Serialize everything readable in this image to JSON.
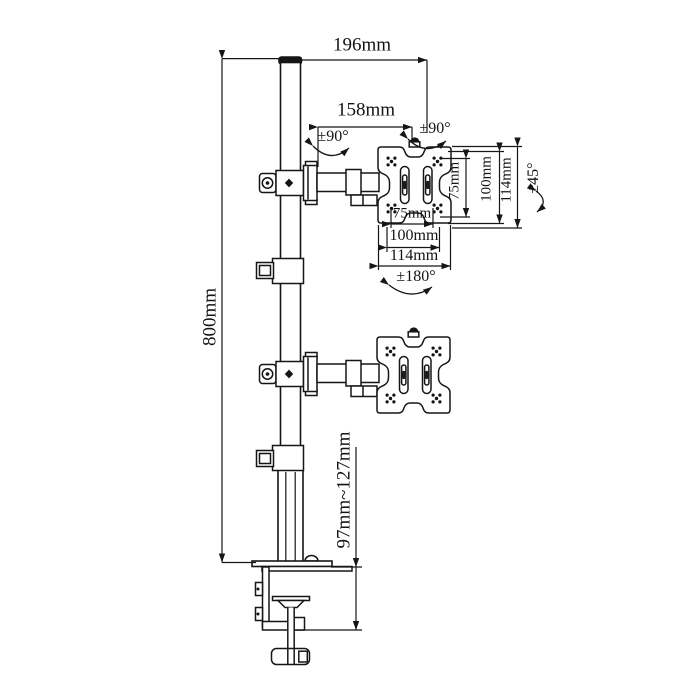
{
  "diagram": {
    "title": "vertical dual monitor desk mount - dimensional drawing",
    "dimensions": {
      "pole_height": "800mm",
      "arm_reach_from_pole": "196mm",
      "arm_length": "158mm",
      "clamp_thickness_range": "97mm~127mm",
      "vesa_horizontal": [
        "75mm",
        "100mm",
        "114mm"
      ],
      "vesa_vertical": [
        "75mm",
        "100mm",
        "114mm"
      ]
    },
    "angles": {
      "arm_swivel_left": "±90°",
      "arm_swivel_right": "±90°",
      "plate_tilt": "±45°",
      "plate_rotation": "±180°"
    },
    "colors": {
      "line": "#161616",
      "background": "#ffffff"
    }
  }
}
